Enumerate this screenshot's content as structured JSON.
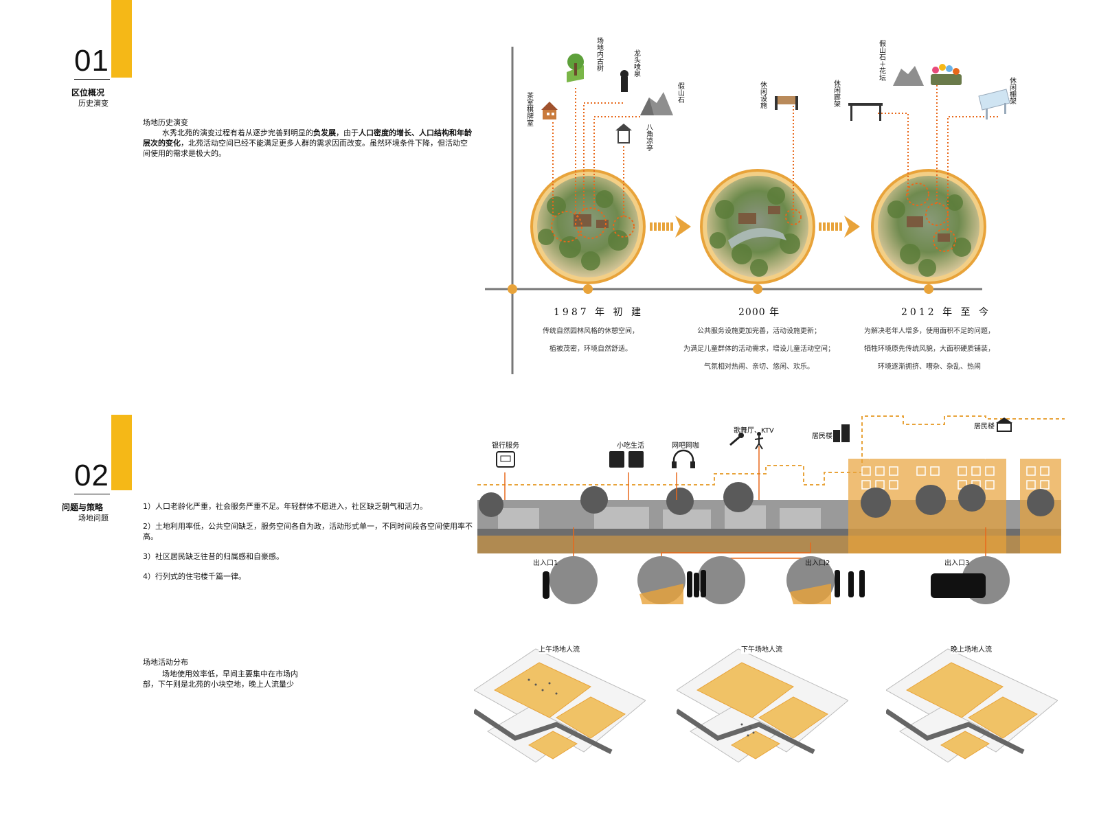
{
  "section1": {
    "number": "01",
    "title": "区位概况",
    "subtitle": "历史演变",
    "heading": "场地历史演变",
    "text_parts": [
      {
        "t": "水秀北苑的演变过程有着从逐步完善到明显的",
        "b": false
      },
      {
        "t": "负发展",
        "b": true
      },
      {
        "t": "，由于",
        "b": false
      },
      {
        "t": "人口密度的增长、人口结构和年龄层次的变化",
        "b": true
      },
      {
        "t": "，北苑活动空间已经不能满足更多人群的需求因而改变。虽然环境条件下降，但活动空间使用的需求是极大的。",
        "b": false
      }
    ]
  },
  "timeline": {
    "icons": {
      "teahouse": "茶室棋牌室",
      "old_tree": "场地内古树",
      "fountain": "龙头喷泉",
      "rockery1": "假山石",
      "pavilion": "八角凉亭",
      "leisure_facility": "休闲设施",
      "corridor": "休闲廊架",
      "rockery_flower": "假山石＋花坛",
      "shed": "休闲棚架"
    },
    "periods": [
      {
        "year": "1987 年 初 建",
        "lines": [
          "传统自然园林风格的休憩空间，",
          "植被茂密，环境自然舒适。"
        ]
      },
      {
        "year": "2000 年",
        "lines": [
          "公共服务设施更加完善，活动设施更新；",
          "为满足儿童群体的活动需求，增设儿童活动空间；",
          "气氛相对热闹、亲切、悠闲、欢乐。"
        ]
      },
      {
        "year": "2012 年 至 今",
        "lines": [
          "为解决老年人增多，使用面积不足的问题，",
          "牺牲环境原先传统风貌，大面积硬质铺装，",
          "环境逐渐拥挤、嘈杂、杂乱、热闹"
        ]
      }
    ]
  },
  "section2": {
    "number": "02",
    "title": "问题与策略",
    "subtitle": "场地问题",
    "problems": [
      "1）人口老龄化严重，社会服务严重不足。年轻群体不愿进入，社区缺乏朝气和活力。",
      "2）土地利用率低，公共空间缺乏，服务空间各自为政，活动形式单一，不同时间段各空间使用率不高。",
      "3）社区居民缺乏往昔的归属感和自豪感。",
      "4）行列式的住宅楼千篇一律。"
    ],
    "activity_heading": "场地活动分布",
    "activity_text": "场地使用效率低，早间主要集中在市场内部，下午则是北苑的小块空地，晚上人流量少"
  },
  "street": {
    "labels": {
      "bank": "银行服务",
      "snack": "小吃生活",
      "internet": "网吧网咖",
      "ktv": "歌舞厅、KTV",
      "residence1": "居民楼",
      "residence2": "居民楼"
    },
    "entrances": [
      "出入口1",
      "出入口2",
      "出入口3"
    ]
  },
  "flow": {
    "titles": [
      "上午场地人流",
      "下午场地人流",
      "晚上场地人流"
    ]
  },
  "colors": {
    "accent": "#f5b817",
    "orange": "#e8681a",
    "timeline_gold": "#e8a33a"
  }
}
